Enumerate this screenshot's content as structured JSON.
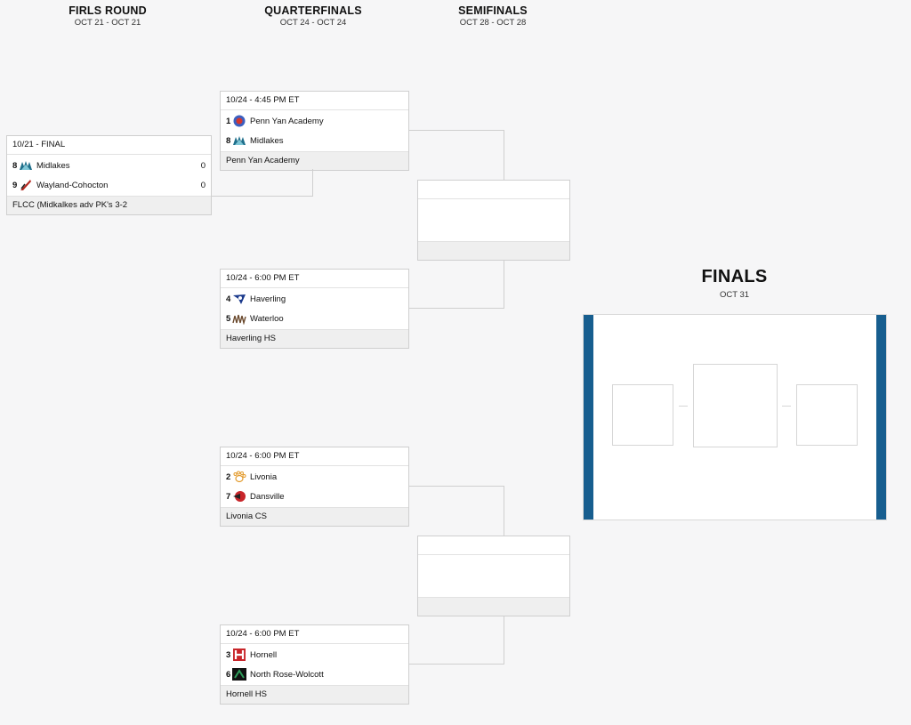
{
  "rounds": {
    "first": {
      "title": "FIRLS ROUND",
      "dates": "OCT 21 - OCT 21"
    },
    "quarter": {
      "title": "QUARTERFINALS",
      "dates": "OCT 24 - OCT 24"
    },
    "semi": {
      "title": "SEMIFINALS",
      "dates": "OCT 28 - OCT 28"
    },
    "finals": {
      "title": "FINALS",
      "dates": "OCT 31"
    }
  },
  "first_round": {
    "header": "10/21 - FINAL",
    "teams": [
      {
        "seed": "8",
        "name": "Midlakes",
        "score": "0",
        "logo_icon": "midlakes-logo-icon"
      },
      {
        "seed": "9",
        "name": "Wayland-Cohocton",
        "score": "0",
        "logo_icon": "wayland-logo-icon"
      }
    ],
    "footer": "FLCC (Midkalkes adv PK's 3-2"
  },
  "quarterfinals": [
    {
      "header": "10/24 - 4:45 PM ET",
      "teams": [
        {
          "seed": "1",
          "name": "Penn Yan Academy",
          "logo_icon": "penn-yan-logo-icon"
        },
        {
          "seed": "8",
          "name": "Midlakes",
          "logo_icon": "midlakes-logo-icon"
        }
      ],
      "footer": "Penn Yan Academy"
    },
    {
      "header": "10/24 - 6:00 PM ET",
      "teams": [
        {
          "seed": "4",
          "name": "Haverling",
          "logo_icon": "haverling-logo-icon"
        },
        {
          "seed": "5",
          "name": "Waterloo",
          "logo_icon": "waterloo-logo-icon"
        }
      ],
      "footer": "Haverling HS"
    },
    {
      "header": "10/24 - 6:00 PM ET",
      "teams": [
        {
          "seed": "2",
          "name": "Livonia",
          "logo_icon": "livonia-logo-icon"
        },
        {
          "seed": "7",
          "name": "Dansville",
          "logo_icon": "dansville-logo-icon"
        }
      ],
      "footer": "Livonia CS"
    },
    {
      "header": "10/24 - 6:00 PM ET",
      "teams": [
        {
          "seed": "3",
          "name": "Hornell",
          "logo_icon": "hornell-logo-icon"
        },
        {
          "seed": "6",
          "name": "North Rose-Wolcott",
          "logo_icon": "north-rose-logo-icon"
        }
      ],
      "footer": "Hornell HS"
    }
  ],
  "colors": {
    "finals_bar": "#175e8f",
    "background": "#f6f6f7",
    "border": "#cfcfcf"
  }
}
